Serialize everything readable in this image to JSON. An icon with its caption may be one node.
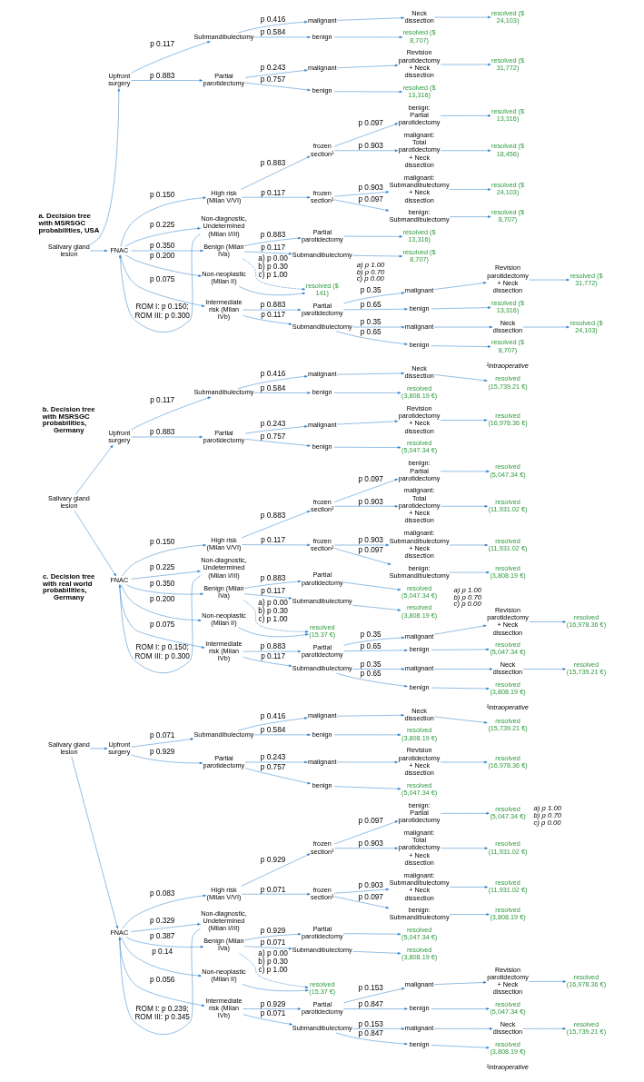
{
  "diagram": {
    "nodes": [
      {
        "text": [
          "Salivary gland lesion"
        ]
      },
      {
        "text": [
          "Upfront surgery"
        ]
      },
      {
        "text": [
          "Submandibulectomy"
        ]
      },
      {
        "text": [
          "malignant"
        ]
      },
      {
        "text": [
          "Neck dissection"
        ]
      },
      {
        "text": [
          "resolved ($ 24,103)"
        ]
      },
      {
        "text": [
          "benign"
        ]
      },
      {
        "text": [
          "resolved ($ 8,707)"
        ]
      },
      {
        "text": [
          "Partial parotidectomy"
        ]
      },
      {
        "text": [
          "malignant"
        ]
      },
      {
        "text": [
          "Revision parotidectomy + Neck dissection"
        ]
      },
      {
        "text": [
          "resolved ($ 31,772)"
        ]
      },
      {
        "text": [
          "benign"
        ]
      },
      {
        "text": [
          "resolved ($ 13,316)"
        ]
      },
      {
        "text": [
          "FNAC"
        ]
      },
      {
        "text": [
          "High risk (Milan V/VI)"
        ]
      },
      {
        "text": [
          "frozen section¹"
        ]
      },
      {
        "text": [
          "benign: Partial parotidectomy"
        ]
      },
      {
        "text": [
          "resolved ($ 13,316)"
        ]
      },
      {
        "text": [
          "malignant: Total parotidectomy + Neck dissection"
        ]
      },
      {
        "text": [
          "resolved ($ 18,456)"
        ]
      },
      {
        "text": [
          "frozen section¹"
        ]
      },
      {
        "text": [
          "malignant: Submandibulectomy + Neck dissection"
        ]
      },
      {
        "text": [
          "resolved ($ 24,103)"
        ]
      },
      {
        "text": [
          "benign: Submandibulectomy"
        ]
      },
      {
        "text": [
          "resolved ($ 8,707)"
        ]
      },
      {
        "text": [
          "Non-diagnostic, Undetermined (Milan I/III)"
        ]
      },
      {
        "text": [
          "Benign (Milan IVa)"
        ]
      },
      {
        "text": [
          "Partial parotidectomy"
        ]
      },
      {
        "text": [
          "resolved ($ 13,316)"
        ]
      },
      {
        "text": [
          "Submandibulectomy"
        ]
      },
      {
        "text": [
          "resolved ($ 8,707)"
        ]
      },
      {
        "text": [
          "Non-neoplastic (Milan II)"
        ]
      },
      {
        "text": [
          "resolved ($ 141)"
        ]
      },
      {
        "text": [
          "Intermediate risk (Milan IVb)"
        ]
      },
      {
        "text": [
          "Partial parotidectomy"
        ]
      },
      {
        "text": [
          "malignant"
        ]
      },
      {
        "text": [
          "Revision parotidectomy + Neck dissection"
        ]
      },
      {
        "text": [
          "resolved ($ 31,772)"
        ]
      },
      {
        "text": [
          "benign"
        ]
      },
      {
        "text": [
          "resolved ($ 13,316)"
        ]
      },
      {
        "text": [
          "Submandibulectomy"
        ]
      },
      {
        "text": [
          "malignant"
        ]
      },
      {
        "text": [
          "Neck dissection"
        ]
      },
      {
        "text": [
          "resolved ($ 24,103)"
        ]
      },
      {
        "text": [
          "benign"
        ]
      },
      {
        "text": [
          "resolved ($ 8,707)"
        ]
      },
      {
        "text": [
          "Salivary gland lesion"
        ]
      },
      {
        "text": [
          "Upfront surgery"
        ]
      },
      {
        "text": [
          "Submandibulectomy"
        ]
      },
      {
        "text": [
          "malignant"
        ]
      },
      {
        "text": [
          "Neck dissection"
        ]
      },
      {
        "text": [
          "resolved (15,739.21 €)"
        ]
      },
      {
        "text": [
          "benign"
        ]
      },
      {
        "text": [
          "resolved (3,808.19 €)"
        ]
      },
      {
        "text": [
          "Partial parotidectomy"
        ]
      },
      {
        "text": [
          "malignant"
        ]
      },
      {
        "text": [
          "Revision parotidectomy + Neck dissection"
        ]
      },
      {
        "text": [
          "resolved (16,978.36 €)"
        ]
      },
      {
        "text": [
          "benign"
        ]
      },
      {
        "text": [
          "resolved (5,047.34 €)"
        ]
      },
      {
        "text": [
          "FNAC"
        ]
      },
      {
        "text": [
          "High risk (Milan V/VI)"
        ]
      },
      {
        "text": [
          "frozen section¹"
        ]
      },
      {
        "text": [
          "benign: Partial parotidectomy"
        ]
      },
      {
        "text": [
          "resolved (5,047.34 €)"
        ]
      },
      {
        "text": [
          "malignant: Total parotidectomy + Neck dissection"
        ]
      },
      {
        "text": [
          "resolved (11,931.02 €)"
        ]
      },
      {
        "text": [
          "frozen section¹"
        ]
      },
      {
        "text": [
          "malignant: Submandibulectomy + Neck dissection"
        ]
      },
      {
        "text": [
          "resolved (11,931.02 €)"
        ]
      },
      {
        "text": [
          "benign: Submandibulectomy"
        ]
      },
      {
        "text": [
          "resolved (3,808.19 €)"
        ]
      },
      {
        "text": [
          "Non-diagnostic, Undetermined (Milan I/III)"
        ]
      },
      {
        "text": [
          "Benign (Milan IVa)"
        ]
      },
      {
        "text": [
          "Partial parotidectomy"
        ]
      },
      {
        "text": [
          "resolved (5,047.34 €)"
        ]
      },
      {
        "text": [
          "Submandibulectomy"
        ]
      },
      {
        "text": [
          "resolved (3,808.19 €)"
        ]
      },
      {
        "text": [
          "Non-neoplastic (Milan II)"
        ]
      },
      {
        "text": [
          "resolved (15.37 €)"
        ]
      },
      {
        "text": [
          "Intermediate risk (Milan IVb)"
        ]
      },
      {
        "text": [
          "Partial parotidectomy"
        ]
      },
      {
        "text": [
          "malignant"
        ]
      },
      {
        "text": [
          "Revision parotidectomy + Neck dissection"
        ]
      },
      {
        "text": [
          "resolved (16,978.36 €)"
        ]
      },
      {
        "text": [
          "benign"
        ]
      },
      {
        "text": [
          "resolved (5,047.34 €)"
        ]
      },
      {
        "text": [
          "Submandibulectomy"
        ]
      },
      {
        "text": [
          "malignant"
        ]
      },
      {
        "text": [
          "Neck dissection"
        ]
      },
      {
        "text": [
          "resolved (15,739.21 €)"
        ]
      },
      {
        "text": [
          "benign"
        ]
      },
      {
        "text": [
          "resolved (3,808.19 €)"
        ]
      },
      {
        "text": [
          "Salivary gland lesion"
        ]
      },
      {
        "text": [
          "Upfront surgery"
        ]
      },
      {
        "text": [
          "Submandibulectomy"
        ]
      },
      {
        "text": [
          "malignant"
        ]
      },
      {
        "text": [
          "Neck dissection"
        ]
      },
      {
        "text": [
          "resolved (15,739.21 €)"
        ]
      },
      {
        "text": [
          "benign"
        ]
      },
      {
        "text": [
          "resolved (3,808.19 €)"
        ]
      },
      {
        "text": [
          "Partial parotidectomy"
        ]
      },
      {
        "text": [
          "malignant"
        ]
      },
      {
        "text": [
          "Revision parotidectomy + Neck dissection"
        ]
      },
      {
        "text": [
          "resolved (16,978.36 €)"
        ]
      },
      {
        "text": [
          "benign"
        ]
      },
      {
        "text": [
          "resolved (5,047.34 €)"
        ]
      },
      {
        "text": [
          "FNAC"
        ]
      },
      {
        "text": [
          "High risk (Milan V/VI)"
        ]
      },
      {
        "text": [
          "frozen section¹"
        ]
      },
      {
        "text": [
          "benign: Partial parotidectomy"
        ]
      },
      {
        "text": [
          "resolved (5,047.34 €)"
        ]
      },
      {
        "text": [
          "malignant: Total parotidectomy + Neck dissection"
        ]
      },
      {
        "text": [
          "resolved (11,931.02 €)"
        ]
      },
      {
        "text": [
          "frozen section¹"
        ]
      },
      {
        "text": [
          "malignant: Submandibulectomy + Neck dissection"
        ]
      },
      {
        "text": [
          "resolved (11,931.02 €)"
        ]
      },
      {
        "text": [
          "benign: Submandibulectomy"
        ]
      },
      {
        "text": [
          "resolved (3,808.19 €)"
        ]
      },
      {
        "text": [
          "Non-diagnostic, Undetermined (Milan I/III)"
        ]
      },
      {
        "text": [
          "Benign (Milan IVa)"
        ]
      },
      {
        "text": [
          "Partial parotidectomy"
        ]
      },
      {
        "text": [
          "resolved (5,047.34 €)"
        ]
      },
      {
        "text": [
          "Submandibulectomy"
        ]
      },
      {
        "text": [
          "resolved (3,808.19 €)"
        ]
      },
      {
        "text": [
          "Non-neoplastic (Milan II)"
        ]
      },
      {
        "text": [
          "resolved (15.37 €)"
        ]
      },
      {
        "text": [
          "Intermediate risk (Milan IVb)"
        ]
      },
      {
        "text": [
          "Partial parotidectomy"
        ]
      },
      {
        "text": [
          "malignant"
        ]
      },
      {
        "text": [
          "Revision parotidectomy + Neck dissection"
        ]
      },
      {
        "text": [
          "resolved (16,978.36 €)"
        ]
      },
      {
        "text": [
          "benign"
        ]
      },
      {
        "text": [
          "resolved (5,047.34 €)"
        ]
      },
      {
        "text": [
          "Submandibulectomy"
        ]
      },
      {
        "text": [
          "malignant"
        ]
      },
      {
        "text": [
          "Neck dissection"
        ]
      },
      {
        "text": [
          "resolved (15,739.21 €)"
        ]
      },
      {
        "text": [
          "benign"
        ]
      },
      {
        "text": [
          "resolved (3,808.19 €)"
        ]
      }
    ],
    "edges": [
      {
        "from": 0,
        "to": 1,
        "arrow": "to"
      },
      {
        "from": 0,
        "to": 14,
        "arrow": "to"
      },
      {
        "from": 1,
        "to": 2,
        "arrow": "to",
        "label": "p 0.117"
      },
      {
        "from": 1,
        "to": 8,
        "arrow": "to",
        "label": "p 0.883"
      },
      {
        "from": 2,
        "to": 3,
        "arrow": "to",
        "label": "p 0.416"
      },
      {
        "from": 3,
        "to": 4,
        "arrow": "to"
      },
      {
        "from": 4,
        "to": 5,
        "arrow": "to"
      },
      {
        "from": 2,
        "to": 6,
        "arrow": "to",
        "label": "p 0.584"
      },
      {
        "from": 6,
        "to": 7,
        "arrow": "to"
      },
      {
        "from": 8,
        "to": 9,
        "arrow": "to",
        "label": "p 0.243"
      },
      {
        "from": 9,
        "to": 10,
        "arrow": "to"
      },
      {
        "from": 10,
        "to": 11,
        "arrow": "to"
      },
      {
        "from": 8,
        "to": 12,
        "arrow": "to",
        "label": "p 0.757"
      },
      {
        "from": 12,
        "to": 13,
        "arrow": "to"
      },
      {
        "from": 14,
        "to": 15,
        "arrow": "to",
        "label": "p 0.150"
      },
      {
        "from": 15,
        "to": 16,
        "arrow": "to",
        "label": "p 0.883"
      },
      {
        "from": 16,
        "to": 17,
        "arrow": "to",
        "label": "p 0.097"
      },
      {
        "from": 17,
        "to": 18,
        "arrow": "to"
      },
      {
        "from": 16,
        "to": 19,
        "arrow": "to",
        "label": "p 0.903"
      },
      {
        "from": 19,
        "to": 20,
        "arrow": "to"
      },
      {
        "from": 15,
        "to": 21,
        "arrow": "to",
        "label": "p 0.117"
      },
      {
        "from": 21,
        "to": 22,
        "arrow": "to",
        "label": "p 0.903"
      },
      {
        "from": 22,
        "to": 23,
        "arrow": "to"
      },
      {
        "from": 21,
        "to": 24,
        "arrow": "to",
        "label": "p 0.097"
      },
      {
        "from": 24,
        "to": 25,
        "arrow": "to"
      },
      {
        "from": 14,
        "to": 26,
        "arrow": "to",
        "label": "p 0.225"
      },
      {
        "from": 26,
        "to": 14,
        "arrow": "to",
        "label": "ROM I: p 0.150; ROM III: p 0.300"
      },
      {
        "from": 14,
        "to": 27,
        "arrow": "to",
        "label": "p 0.350"
      },
      {
        "from": 27,
        "to": 28,
        "arrow": "to",
        "label": "p 0.883"
      },
      {
        "from": 28,
        "to": 29,
        "arrow": "to"
      },
      {
        "from": 27,
        "to": 30,
        "arrow": "to",
        "label": "p 0.117"
      },
      {
        "from": 30,
        "to": 31,
        "arrow": "to"
      },
      {
        "from": 14,
        "to": 32,
        "arrow": "to",
        "label": "p 0.200"
      },
      {
        "from": 32,
        "to": 33,
        "arrow": "to"
      },
      {
        "from": 27,
        "to": 33,
        "arrow": "to",
        "style": "dashed",
        "label": "a) p 0.00 b) p 0.30 c) p 1.00"
      },
      {
        "from": 14,
        "to": 34,
        "arrow": "to",
        "label": "p 0.075"
      },
      {
        "from": 34,
        "to": 35,
        "arrow": "to",
        "label": "p 0.883"
      },
      {
        "from": 35,
        "to": 36,
        "arrow": "to",
        "label": "p 0.35"
      },
      {
        "from": 36,
        "to": 37,
        "arrow": "to"
      },
      {
        "from": 37,
        "to": 38,
        "arrow": "to"
      },
      {
        "from": 35,
        "to": 39,
        "arrow": "to",
        "label": "p 0.65"
      },
      {
        "from": 39,
        "to": 40,
        "arrow": "to"
      },
      {
        "from": 34,
        "to": 41,
        "arrow": "to",
        "label": "p 0.117"
      },
      {
        "from": 41,
        "to": 42,
        "arrow": "to",
        "label": "p 0.35"
      },
      {
        "from": 42,
        "to": 43,
        "arrow": "to"
      },
      {
        "from": 43,
        "to": 44,
        "arrow": "to"
      },
      {
        "from": 41,
        "to": 45,
        "arrow": "to",
        "label": "p 0.65"
      },
      {
        "from": 45,
        "to": 46,
        "arrow": "to"
      },
      {
        "from": 47,
        "to": 48,
        "arrow": "to"
      },
      {
        "from": 47,
        "to": 61,
        "arrow": "to"
      },
      {
        "from": 48,
        "to": 49,
        "arrow": "to",
        "label": "p 0.117"
      },
      {
        "from": 48,
        "to": 55,
        "arrow": "to",
        "label": "p 0.883"
      },
      {
        "from": 49,
        "to": 50,
        "arrow": "to",
        "label": "p 0.416"
      },
      {
        "from": 50,
        "to": 51,
        "arrow": "to"
      },
      {
        "from": 51,
        "to": 52,
        "arrow": "to"
      },
      {
        "from": 49,
        "to": 53,
        "arrow": "to",
        "label": "p 0.584"
      },
      {
        "from": 53,
        "to": 54,
        "arrow": "to"
      },
      {
        "from": 55,
        "to": 56,
        "arrow": "to",
        "label": "p 0.243"
      },
      {
        "from": 56,
        "to": 57,
        "arrow": "to"
      },
      {
        "from": 57,
        "to": 58,
        "arrow": "to"
      },
      {
        "from": 55,
        "to": 59,
        "arrow": "to",
        "label": "p 0.757"
      },
      {
        "from": 59,
        "to": 60,
        "arrow": "to"
      },
      {
        "from": 61,
        "to": 62,
        "arrow": "to",
        "label": "p 0.150"
      },
      {
        "from": 62,
        "to": 63,
        "arrow": "to",
        "label": "p 0.883"
      },
      {
        "from": 63,
        "to": 64,
        "arrow": "to",
        "label": "p 0.097"
      },
      {
        "from": 64,
        "to": 65,
        "arrow": "to"
      },
      {
        "from": 63,
        "to": 66,
        "arrow": "to",
        "label": "p 0.903"
      },
      {
        "from": 66,
        "to": 67,
        "arrow": "to"
      },
      {
        "from": 62,
        "to": 68,
        "arrow": "to",
        "label": "p 0.117"
      },
      {
        "from": 68,
        "to": 69,
        "arrow": "to",
        "label": "p 0.903"
      },
      {
        "from": 69,
        "to": 70,
        "arrow": "to"
      },
      {
        "from": 68,
        "to": 71,
        "arrow": "to",
        "label": "p 0.097"
      },
      {
        "from": 71,
        "to": 72,
        "arrow": "to"
      },
      {
        "from": 61,
        "to": 73,
        "arrow": "to",
        "label": "p 0.225"
      },
      {
        "from": 73,
        "to": 61,
        "arrow": "to",
        "label": "ROM I: p 0.150; ROM III: p 0.300"
      },
      {
        "from": 61,
        "to": 74,
        "arrow": "to",
        "label": "p 0.350"
      },
      {
        "from": 74,
        "to": 75,
        "arrow": "to",
        "label": "p 0.883"
      },
      {
        "from": 75,
        "to": 76,
        "arrow": "to"
      },
      {
        "from": 74,
        "to": 77,
        "arrow": "to",
        "label": "p 0.117"
      },
      {
        "from": 77,
        "to": 78,
        "arrow": "to"
      },
      {
        "from": 61,
        "to": 79,
        "arrow": "to",
        "label": "p 0.200"
      },
      {
        "from": 79,
        "to": 80,
        "arrow": "to"
      },
      {
        "from": 74,
        "to": 80,
        "arrow": "to",
        "style": "dashed",
        "label": "a) p 0.00 b) p 0.30 c) p 1.00"
      },
      {
        "from": 61,
        "to": 81,
        "arrow": "to",
        "label": "p 0.075"
      },
      {
        "from": 81,
        "to": 82,
        "arrow": "to",
        "label": "p 0.883"
      },
      {
        "from": 82,
        "to": 83,
        "arrow": "to",
        "label": "p 0.35"
      },
      {
        "from": 83,
        "to": 84,
        "arrow": "to"
      },
      {
        "from": 84,
        "to": 85,
        "arrow": "to"
      },
      {
        "from": 82,
        "to": 86,
        "arrow": "to",
        "label": "p 0.65"
      },
      {
        "from": 86,
        "to": 87,
        "arrow": "to"
      },
      {
        "from": 81,
        "to": 88,
        "arrow": "to",
        "label": "p 0.117"
      },
      {
        "from": 88,
        "to": 89,
        "arrow": "to",
        "label": "p 0.35"
      },
      {
        "from": 89,
        "to": 90,
        "arrow": "to"
      },
      {
        "from": 90,
        "to": 91,
        "arrow": "to"
      },
      {
        "from": 88,
        "to": 92,
        "arrow": "to",
        "label": "p 0.65"
      },
      {
        "from": 92,
        "to": 93,
        "arrow": "to"
      },
      {
        "from": 94,
        "to": 95,
        "arrow": "to"
      },
      {
        "from": 94,
        "to": 108,
        "arrow": "to"
      },
      {
        "from": 95,
        "to": 96,
        "arrow": "to",
        "label": "p 0.071"
      },
      {
        "from": 95,
        "to": 102,
        "arrow": "to",
        "label": "p 0.929"
      },
      {
        "from": 96,
        "to": 97,
        "arrow": "to",
        "label": "p 0.416"
      },
      {
        "from": 97,
        "to": 98,
        "arrow": "to"
      },
      {
        "from": 98,
        "to": 99,
        "arrow": "to"
      },
      {
        "from": 96,
        "to": 100,
        "arrow": "to",
        "label": "p 0.584"
      },
      {
        "from": 100,
        "to": 101,
        "arrow": "to"
      },
      {
        "from": 102,
        "to": 103,
        "arrow": "to",
        "label": "p 0.243"
      },
      {
        "from": 103,
        "to": 104,
        "arrow": "to"
      },
      {
        "from": 104,
        "to": 105,
        "arrow": "to"
      },
      {
        "from": 102,
        "to": 106,
        "arrow": "to",
        "label": "p 0.757"
      },
      {
        "from": 106,
        "to": 107,
        "arrow": "to"
      },
      {
        "from": 108,
        "to": 109,
        "arrow": "to",
        "label": "p 0.083"
      },
      {
        "from": 109,
        "to": 110,
        "arrow": "to",
        "label": "p 0.929"
      },
      {
        "from": 110,
        "to": 111,
        "arrow": "to",
        "label": "p 0.097"
      },
      {
        "from": 111,
        "to": 112,
        "arrow": "to"
      },
      {
        "from": 110,
        "to": 113,
        "arrow": "to",
        "label": "p 0.903"
      },
      {
        "from": 113,
        "to": 114,
        "arrow": "to"
      },
      {
        "from": 109,
        "to": 115,
        "arrow": "to",
        "label": "p 0.071"
      },
      {
        "from": 115,
        "to": 116,
        "arrow": "to",
        "label": "p 0.903"
      },
      {
        "from": 116,
        "to": 117,
        "arrow": "to"
      },
      {
        "from": 115,
        "to": 118,
        "arrow": "to",
        "label": "p 0.097"
      },
      {
        "from": 118,
        "to": 119,
        "arrow": "to"
      },
      {
        "from": 108,
        "to": 120,
        "arrow": "to",
        "label": "p 0.329"
      },
      {
        "from": 120,
        "to": 108,
        "arrow": "to",
        "label": "ROM I: p 0.239; ROM III: p 0.345"
      },
      {
        "from": 108,
        "to": 121,
        "arrow": "to",
        "label": "p 0.387"
      },
      {
        "from": 121,
        "to": 122,
        "arrow": "to",
        "label": "p 0.929"
      },
      {
        "from": 122,
        "to": 123,
        "arrow": "to"
      },
      {
        "from": 121,
        "to": 124,
        "arrow": "to",
        "label": "p 0.071"
      },
      {
        "from": 124,
        "to": 125,
        "arrow": "to"
      },
      {
        "from": 108,
        "to": 126,
        "arrow": "to",
        "label": "p 0.14"
      },
      {
        "from": 126,
        "to": 127,
        "arrow": "to"
      },
      {
        "from": 121,
        "to": 127,
        "arrow": "to",
        "style": "dashed",
        "label": "a) p 0.00 b) p 0.30 c) p 1.00"
      },
      {
        "from": 108,
        "to": 128,
        "arrow": "to",
        "label": "p 0.056"
      },
      {
        "from": 128,
        "to": 129,
        "arrow": "to",
        "label": "p 0.929"
      },
      {
        "from": 129,
        "to": 130,
        "arrow": "to",
        "label": "p 0.153"
      },
      {
        "from": 130,
        "to": 131,
        "arrow": "to"
      },
      {
        "from": 131,
        "to": 132,
        "arrow": "to"
      },
      {
        "from": 129,
        "to": 133,
        "arrow": "to",
        "label": "p 0.847"
      },
      {
        "from": 133,
        "to": 134,
        "arrow": "to"
      },
      {
        "from": 128,
        "to": 135,
        "arrow": "to",
        "label": "p 0.071"
      },
      {
        "from": 135,
        "to": 136,
        "arrow": "to",
        "label": "p 0.153"
      },
      {
        "from": 136,
        "to": 137,
        "arrow": "to"
      },
      {
        "from": 137,
        "to": 138,
        "arrow": "to"
      },
      {
        "from": 135,
        "to": 139,
        "arrow": "to",
        "label": "p 0.847"
      },
      {
        "from": 139,
        "to": 140,
        "arrow": "to"
      }
    ],
    "labels": [
      "a. Decision tree with MSRSGC probabilities, USA",
      "a) p 1.00 b) p 0.70 c) p 0.00",
      "¹intraoperative",
      "b. Decision tree with MSRSGC probabilities, Germany",
      "a) p 1.00 b) p 0.70 c) p 0.00",
      "¹intraoperative",
      "c. Decision tree with real world probabilities, Germany",
      "a) p 1.00 b) p 0.70 c) p 0.00",
      "¹intraoperative"
    ]
  }
}
